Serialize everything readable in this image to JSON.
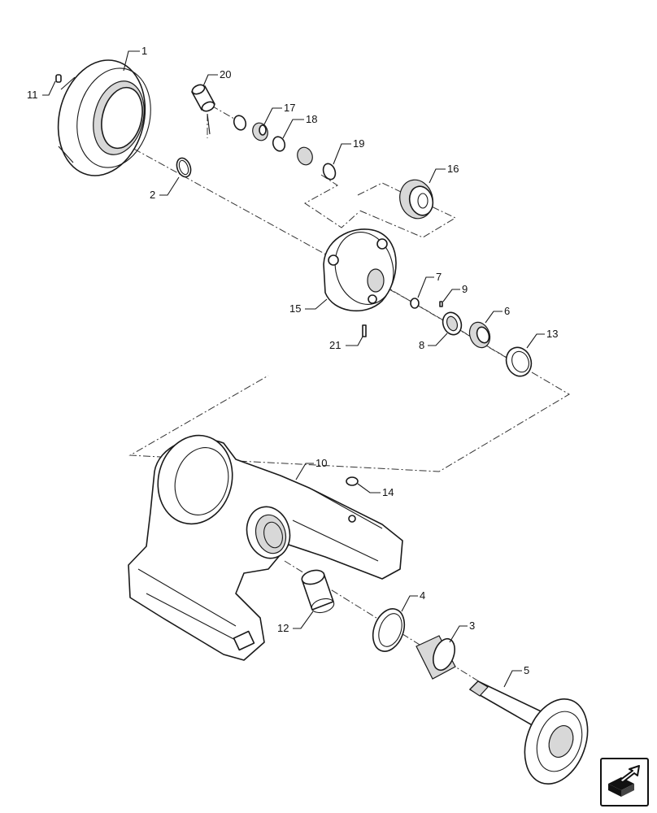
{
  "callouts": [
    {
      "id": "c1",
      "text": "1"
    },
    {
      "id": "c2",
      "text": "2"
    },
    {
      "id": "c3",
      "text": "3"
    },
    {
      "id": "c4",
      "text": "4"
    },
    {
      "id": "c5",
      "text": "5"
    },
    {
      "id": "c6",
      "text": "6"
    },
    {
      "id": "c7",
      "text": "7"
    },
    {
      "id": "c8",
      "text": "8"
    },
    {
      "id": "c9",
      "text": "9"
    },
    {
      "id": "c10",
      "text": "10"
    },
    {
      "id": "c11",
      "text": "11"
    },
    {
      "id": "c12",
      "text": "12"
    },
    {
      "id": "c13",
      "text": "13"
    },
    {
      "id": "c14",
      "text": "14"
    },
    {
      "id": "c15",
      "text": "15"
    },
    {
      "id": "c16",
      "text": "16"
    },
    {
      "id": "c17",
      "text": "17"
    },
    {
      "id": "c18",
      "text": "18"
    },
    {
      "id": "c19",
      "text": "19"
    },
    {
      "id": "c20",
      "text": "20"
    },
    {
      "id": "c21",
      "text": "21"
    }
  ],
  "nav_button": {
    "icon": "arrow-navigate-icon"
  }
}
